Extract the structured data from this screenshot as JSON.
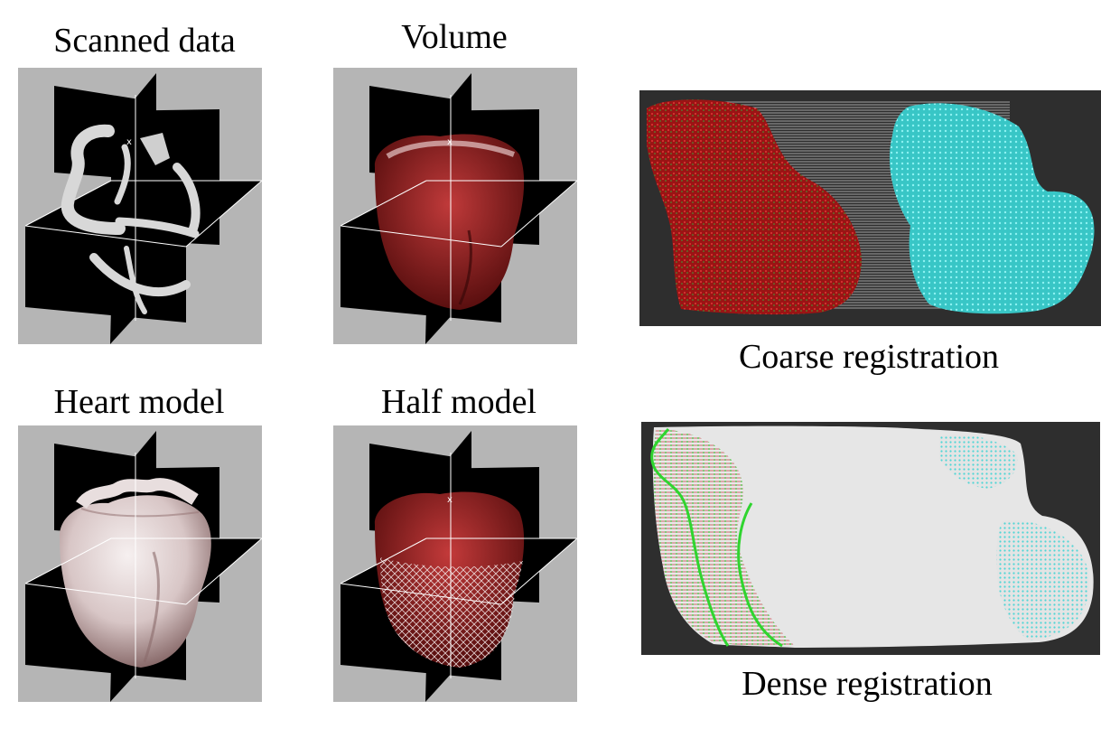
{
  "captions": {
    "scanned": "Scanned data",
    "volume": "Volume",
    "heart": "Heart model",
    "half": "Half model",
    "coarse": "Coarse registration",
    "dense": "Dense registration"
  },
  "colors": {
    "viewer_bg": "#b5b5b5",
    "slice_plane": "#000000",
    "heart_red": "#8e1c1c",
    "heart_white": "#ece4e4",
    "source_red": "#b01818",
    "target_cyan": "#49d8d8",
    "match_green": "#2fd52f",
    "registration_bg": "#2e2e2e"
  }
}
